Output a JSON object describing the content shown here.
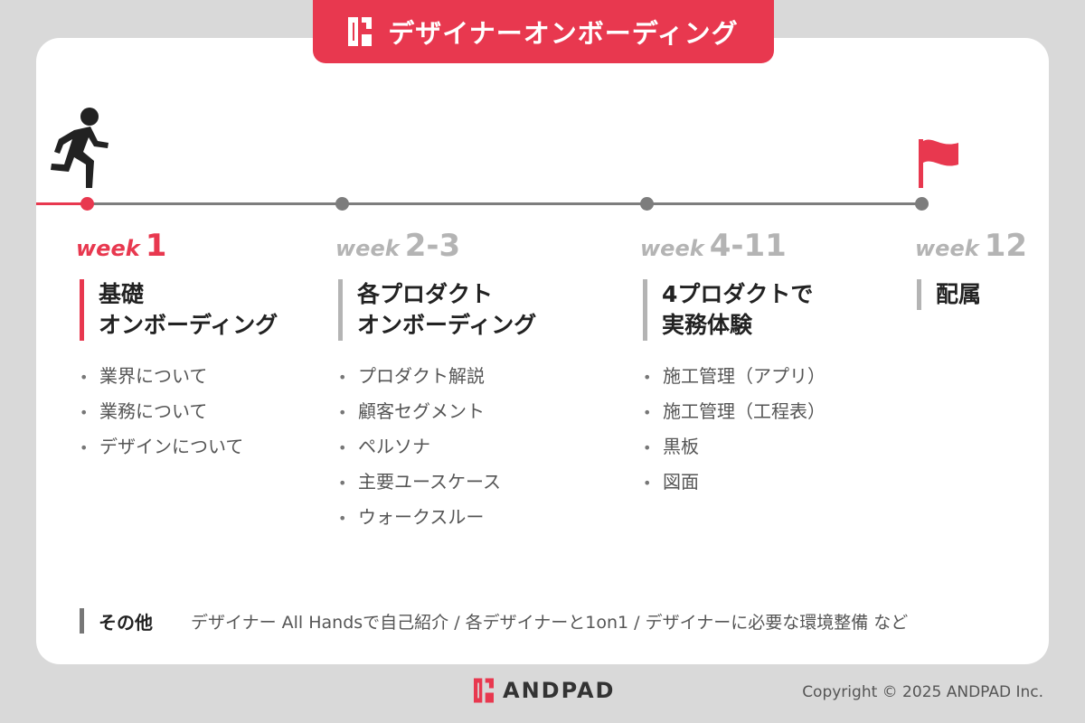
{
  "header": {
    "title": "デザイナーオンボーディング"
  },
  "colors": {
    "accent": "#e8384f",
    "muted": "#b4b4b4",
    "line": "#7d7d7d"
  },
  "weeks": [
    {
      "week_word": "week",
      "week_num": "1",
      "title_lines": [
        "基礎",
        "オンボーディング"
      ],
      "items": [
        "業界について",
        "業務について",
        "デザインについて"
      ]
    },
    {
      "week_word": "week",
      "week_num": "2-3",
      "title_lines": [
        "各プロダクト",
        "オンボーディング"
      ],
      "items": [
        "プロダクト解説",
        "顧客セグメント",
        "ペルソナ",
        "主要ユースケース",
        "ウォークスルー"
      ]
    },
    {
      "week_word": "week",
      "week_num": "4-11",
      "title_lines": [
        "4プロダクトで",
        "実務体験"
      ],
      "items": [
        "施工管理（アプリ）",
        "施工管理（工程表）",
        "黒板",
        "図面"
      ]
    },
    {
      "week_word": "week",
      "week_num": "12",
      "title_lines": [
        "配属"
      ],
      "items": []
    }
  ],
  "other": {
    "label": "その他",
    "text": "デザイナー All Handsで自己紹介 / 各デザイナーと1on1 / デザイナーに必要な環境整備 など"
  },
  "icons": {
    "start": "runner-icon",
    "goal": "flag-icon",
    "logo": "andpad-logo-icon"
  },
  "footer": {
    "brand": "ANDPAD",
    "copyright": "Copyright © 2025 ANDPAD Inc."
  }
}
